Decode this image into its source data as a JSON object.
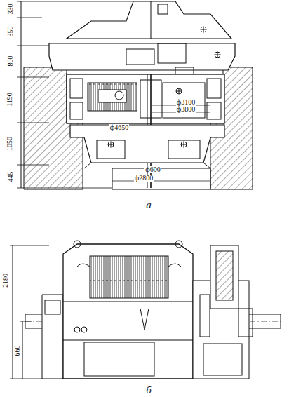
{
  "diagram": {
    "labels": [
      "330",
      "350",
      "800",
      "1190",
      "1050",
      "445",
      "ф3100",
      "ф3800",
      "ф4650",
      "ф600",
      "ф2800",
      "а",
      "2180",
      "660",
      "б"
    ]
  }
}
